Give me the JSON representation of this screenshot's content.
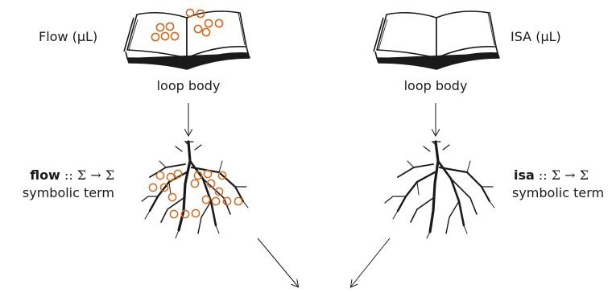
{
  "left": {
    "book_label": "Flow (μL)",
    "loop_label": "loop body",
    "func_name": "flow",
    "signature": " :: Σ → Σ",
    "term_label": "symbolic term"
  },
  "right": {
    "book_label": "ISA (μL)",
    "loop_label": "loop body",
    "func_name": "isa",
    "signature": " :: Σ → Σ",
    "term_label": "symbolic term"
  },
  "colors": {
    "circle": "#d2691e",
    "ink": "#1a1a1a"
  },
  "icons": [
    "open-book-icon",
    "tree-roots-icon",
    "down-arrow-icon"
  ]
}
